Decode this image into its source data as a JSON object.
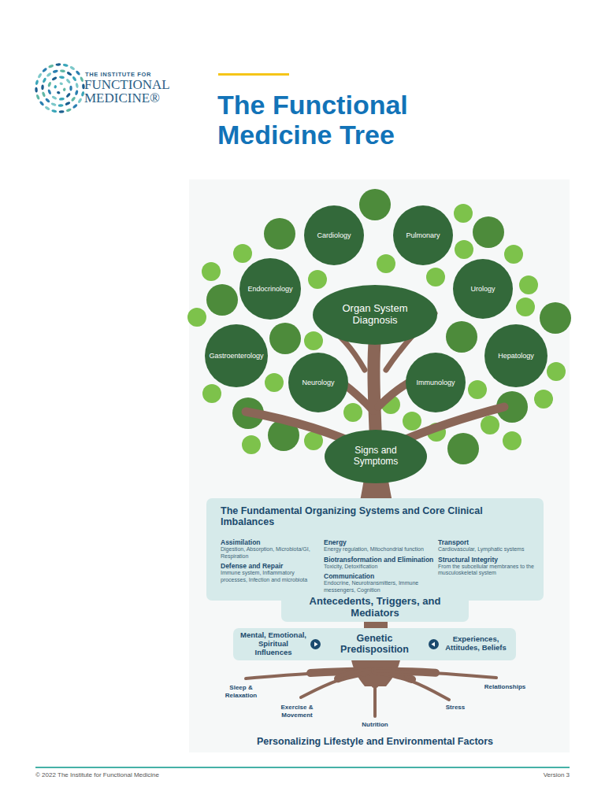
{
  "diagram": {
    "title": "The Functional Medicine Tree",
    "nodes": [
      {
        "text": [
          "Cardiology"
        ]
      },
      {
        "text": [
          "Pulmonary"
        ]
      },
      {
        "text": [
          "Endocrinology"
        ]
      },
      {
        "text": [
          "Organ System Diagnosis"
        ]
      },
      {
        "text": [
          "Urology"
        ]
      },
      {
        "text": [
          "Gastroenterology"
        ]
      },
      {
        "text": [
          "Hepatology"
        ]
      },
      {
        "text": [
          "Neurology"
        ]
      },
      {
        "text": [
          "Immunology"
        ]
      },
      {
        "text": [
          "Signs and Symptoms"
        ]
      },
      {
        "text": [
          "The Fundamental Organizing Systems and Core Clinical Imbalances"
        ]
      },
      {
        "text": [
          "Assimilation",
          "Digestion, Absorption, Microbiota/GI, Respiration"
        ],
        "in": 10
      },
      {
        "text": [
          "Energy",
          "Energy regulation, Mitochondrial function"
        ],
        "in": 10
      },
      {
        "text": [
          "Transport",
          "Cardiovascular, Lymphatic systems"
        ],
        "in": 10
      },
      {
        "text": [
          "Defense and Repair",
          "Immune system, Inflammatory processes, Infection and microbiota"
        ],
        "in": 10
      },
      {
        "text": [
          "Biotransformation and Elimination",
          "Toxicity, Detoxification"
        ],
        "in": 10
      },
      {
        "text": [
          "Structural Integrity",
          "From the subcellular membranes to the musculoskeletal system"
        ],
        "in": 10
      },
      {
        "text": [
          "Communication",
          "Endocrine, Neurotransmitters, Immune messengers, Cognition"
        ],
        "in": 10
      },
      {
        "text": [
          "Antecedents, Triggers, and Mediators"
        ]
      },
      {
        "text": [
          "Mental, Emotional, Spiritual Influences",
          "Genetic Predisposition",
          "Experiences, Attitudes, Beliefs"
        ]
      }
    ],
    "labels": [
      "THE INSTITUTE FOR",
      "FUNCTIONAL MEDICINE®",
      "© 2022 The Institute for Functional Medicine",
      "Version 3",
      "Sleep & Relaxation",
      "Exercise & Movement",
      "Nutrition",
      "Stress",
      "Relationships",
      "Personalizing Lifestyle and Environmental Factors"
    ]
  }
}
